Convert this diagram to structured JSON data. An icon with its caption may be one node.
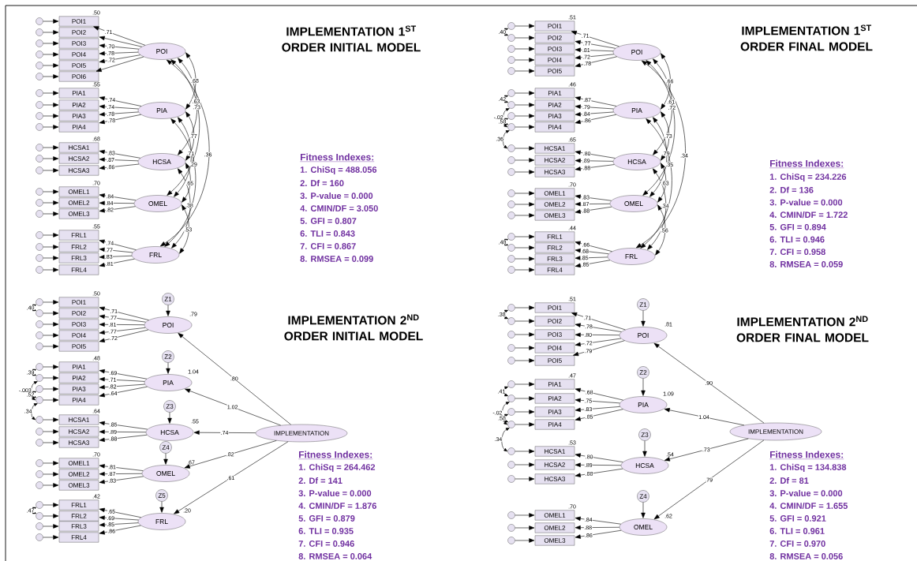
{
  "diagram": {
    "nodes": [
      {
        "text": [],
        "shape": "circle"
      },
      {
        "text": [
          "POI1"
        ],
        "beside": [
          ".50"
        ]
      },
      {
        "text": [],
        "shape": "circle"
      },
      {
        "text": [
          "POI2"
        ]
      },
      {
        "text": [],
        "shape": "circle"
      },
      {
        "text": [
          "POI3"
        ]
      },
      {
        "text": [],
        "shape": "circle"
      },
      {
        "text": [
          "POI4"
        ]
      },
      {
        "text": [],
        "shape": "circle"
      },
      {
        "text": [
          "POI5"
        ]
      },
      {
        "text": [],
        "shape": "circle"
      },
      {
        "text": [
          "POI6"
        ]
      },
      {
        "text": [
          "POI"
        ]
      },
      {
        "text": [],
        "shape": "circle"
      },
      {
        "text": [
          "PIA1"
        ],
        "beside": [
          ".55"
        ]
      },
      {
        "text": [],
        "shape": "circle"
      },
      {
        "text": [
          "PIA2"
        ]
      },
      {
        "text": [],
        "shape": "circle"
      },
      {
        "text": [
          "PIA3"
        ]
      },
      {
        "text": [],
        "shape": "circle"
      },
      {
        "text": [
          "PIA4"
        ]
      },
      {
        "text": [
          "PIA"
        ]
      },
      {
        "text": [],
        "shape": "circle"
      },
      {
        "text": [
          "HCSA1"
        ],
        "beside": [
          ".68"
        ]
      },
      {
        "text": [],
        "shape": "circle"
      },
      {
        "text": [
          "HCSA2"
        ]
      },
      {
        "text": [],
        "shape": "circle"
      },
      {
        "text": [
          "HCSA3"
        ]
      },
      {
        "text": [
          "HCSA"
        ]
      },
      {
        "text": [],
        "shape": "circle"
      },
      {
        "text": [
          "OMEL1"
        ],
        "beside": [
          ".70"
        ]
      },
      {
        "text": [],
        "shape": "circle"
      },
      {
        "text": [
          "OMEL2"
        ]
      },
      {
        "text": [],
        "shape": "circle"
      },
      {
        "text": [
          "OMEL3"
        ]
      },
      {
        "text": [
          "OMEL"
        ]
      },
      {
        "text": [],
        "shape": "circle"
      },
      {
        "text": [
          "FRL1"
        ],
        "beside": [
          ".55"
        ]
      },
      {
        "text": [],
        "shape": "circle"
      },
      {
        "text": [
          "FRL2"
        ]
      },
      {
        "text": [],
        "shape": "circle"
      },
      {
        "text": [
          "FRL3"
        ]
      },
      {
        "text": [],
        "shape": "circle"
      },
      {
        "text": [
          "FRL4"
        ]
      },
      {
        "text": [
          "FRL"
        ]
      },
      {
        "text": [],
        "shape": "circle"
      },
      {
        "text": [
          "POI1"
        ],
        "beside": [
          ".51"
        ]
      },
      {
        "text": [],
        "shape": "circle"
      },
      {
        "text": [
          "POI2"
        ]
      },
      {
        "text": [],
        "shape": "circle"
      },
      {
        "text": [
          "POI3"
        ]
      },
      {
        "text": [],
        "shape": "circle"
      },
      {
        "text": [
          "POI4"
        ]
      },
      {
        "text": [],
        "shape": "circle"
      },
      {
        "text": [
          "POI5"
        ]
      },
      {
        "text": [
          "POI"
        ]
      },
      {
        "text": [],
        "shape": "circle"
      },
      {
        "text": [
          "PIA1"
        ],
        "beside": [
          ".46"
        ]
      },
      {
        "text": [],
        "shape": "circle"
      },
      {
        "text": [
          "PIA2"
        ]
      },
      {
        "text": [],
        "shape": "circle"
      },
      {
        "text": [
          "PIA3"
        ]
      },
      {
        "text": [],
        "shape": "circle"
      },
      {
        "text": [
          "PIA4"
        ]
      },
      {
        "text": [
          "PIA"
        ]
      },
      {
        "text": [],
        "shape": "circle"
      },
      {
        "text": [
          "HCSA1"
        ],
        "beside": [
          ".65"
        ]
      },
      {
        "text": [],
        "shape": "circle"
      },
      {
        "text": [
          "HCSA2"
        ]
      },
      {
        "text": [],
        "shape": "circle"
      },
      {
        "text": [
          "HCSA3"
        ]
      },
      {
        "text": [
          "HCSA"
        ]
      },
      {
        "text": [],
        "shape": "circle"
      },
      {
        "text": [
          "OMEL1"
        ],
        "beside": [
          ".70"
        ]
      },
      {
        "text": [],
        "shape": "circle"
      },
      {
        "text": [
          "OMEL2"
        ]
      },
      {
        "text": [],
        "shape": "circle"
      },
      {
        "text": [
          "OMEL3"
        ]
      },
      {
        "text": [
          "OMEL"
        ]
      },
      {
        "text": [],
        "shape": "circle"
      },
      {
        "text": [
          "FRL1"
        ],
        "beside": [
          ".44"
        ]
      },
      {
        "text": [],
        "shape": "circle"
      },
      {
        "text": [
          "FRL2"
        ]
      },
      {
        "text": [],
        "shape": "circle"
      },
      {
        "text": [
          "FRL3"
        ]
      },
      {
        "text": [],
        "shape": "circle"
      },
      {
        "text": [
          "FRL4"
        ]
      },
      {
        "text": [
          "FRL"
        ]
      },
      {
        "text": [],
        "shape": "circle"
      },
      {
        "text": [
          "POI1"
        ],
        "beside": [
          ".50"
        ]
      },
      {
        "text": [],
        "shape": "circle"
      },
      {
        "text": [
          "POI2"
        ]
      },
      {
        "text": [],
        "shape": "circle"
      },
      {
        "text": [
          "POI3"
        ]
      },
      {
        "text": [],
        "shape": "circle"
      },
      {
        "text": [
          "POI4"
        ]
      },
      {
        "text": [],
        "shape": "circle"
      },
      {
        "text": [
          "POI5"
        ]
      },
      {
        "text": [
          "Z1"
        ]
      },
      {
        "text": [
          "POI"
        ],
        "beside": [
          ".79"
        ]
      },
      {
        "text": [],
        "shape": "circle"
      },
      {
        "text": [
          "PIA1"
        ],
        "beside": [
          ".48"
        ]
      },
      {
        "text": [],
        "shape": "circle"
      },
      {
        "text": [
          "PIA2"
        ]
      },
      {
        "text": [],
        "shape": "circle"
      },
      {
        "text": [
          "PIA3"
        ]
      },
      {
        "text": [],
        "shape": "circle"
      },
      {
        "text": [
          "PIA4"
        ]
      },
      {
        "text": [
          "Z2"
        ]
      },
      {
        "text": [
          "PIA"
        ],
        "beside": [
          "1.04"
        ]
      },
      {
        "text": [],
        "shape": "circle"
      },
      {
        "text": [
          "HCSA1"
        ],
        "beside": [
          ".64"
        ]
      },
      {
        "text": [],
        "shape": "circle"
      },
      {
        "text": [
          "HCSA2"
        ]
      },
      {
        "text": [],
        "shape": "circle"
      },
      {
        "text": [
          "HCSA3"
        ]
      },
      {
        "text": [
          "Z3"
        ]
      },
      {
        "text": [
          "HCSA"
        ],
        "beside": [
          ".55"
        ]
      },
      {
        "text": [],
        "shape": "circle"
      },
      {
        "text": [
          "OMEL1"
        ],
        "beside": [
          ".70"
        ]
      },
      {
        "text": [],
        "shape": "circle"
      },
      {
        "text": [
          "OMEL2"
        ]
      },
      {
        "text": [],
        "shape": "circle"
      },
      {
        "text": [
          "OMEL3"
        ]
      },
      {
        "text": [
          "Z4"
        ]
      },
      {
        "text": [
          "OMEL"
        ],
        "beside": [
          ".67"
        ]
      },
      {
        "text": [],
        "shape": "circle"
      },
      {
        "text": [
          "FRL1"
        ],
        "beside": [
          ".42"
        ]
      },
      {
        "text": [],
        "shape": "circle"
      },
      {
        "text": [
          "FRL2"
        ]
      },
      {
        "text": [],
        "shape": "circle"
      },
      {
        "text": [
          "FRL3"
        ]
      },
      {
        "text": [],
        "shape": "circle"
      },
      {
        "text": [
          "FRL4"
        ]
      },
      {
        "text": [
          "Z5"
        ]
      },
      {
        "text": [
          "FRL"
        ],
        "beside": [
          ".20"
        ]
      },
      {
        "text": [
          "IMPLEMENTATION"
        ]
      },
      {
        "text": [],
        "shape": "circle"
      },
      {
        "text": [
          "POI1"
        ],
        "beside": [
          ".51"
        ]
      },
      {
        "text": [],
        "shape": "circle"
      },
      {
        "text": [
          "POI2"
        ]
      },
      {
        "text": [],
        "shape": "circle"
      },
      {
        "text": [
          "POI3"
        ]
      },
      {
        "text": [],
        "shape": "circle"
      },
      {
        "text": [
          "POI4"
        ]
      },
      {
        "text": [],
        "shape": "circle"
      },
      {
        "text": [
          "POI5"
        ]
      },
      {
        "text": [
          "Z1"
        ]
      },
      {
        "text": [
          "POI"
        ],
        "beside": [
          ".81"
        ]
      },
      {
        "text": [],
        "shape": "circle"
      },
      {
        "text": [
          "PIA1"
        ],
        "beside": [
          ".47"
        ]
      },
      {
        "text": [],
        "shape": "circle"
      },
      {
        "text": [
          "PIA2"
        ]
      },
      {
        "text": [],
        "shape": "circle"
      },
      {
        "text": [
          "PIA3"
        ]
      },
      {
        "text": [],
        "shape": "circle"
      },
      {
        "text": [
          "PIA4"
        ]
      },
      {
        "text": [
          "Z2"
        ]
      },
      {
        "text": [
          "PIA"
        ],
        "beside": [
          "1.09"
        ]
      },
      {
        "text": [],
        "shape": "circle"
      },
      {
        "text": [
          "HCSA1"
        ],
        "beside": [
          ".53"
        ]
      },
      {
        "text": [],
        "shape": "circle"
      },
      {
        "text": [
          "HCSA2"
        ]
      },
      {
        "text": [],
        "shape": "circle"
      },
      {
        "text": [
          "HCSA3"
        ]
      },
      {
        "text": [
          "Z3"
        ]
      },
      {
        "text": [
          "HCSA"
        ],
        "beside": [
          ".54"
        ]
      },
      {
        "text": [],
        "shape": "circle"
      },
      {
        "text": [
          "OMEL1"
        ],
        "beside": [
          ".70"
        ]
      },
      {
        "text": [],
        "shape": "circle"
      },
      {
        "text": [
          "OMEL2"
        ]
      },
      {
        "text": [],
        "shape": "circle"
      },
      {
        "text": [
          "OMEL3"
        ]
      },
      {
        "text": [
          "Z4"
        ]
      },
      {
        "text": [
          "OMEL"
        ],
        "beside": [
          ".62"
        ]
      },
      {
        "text": [
          "IMPLEMENTATION"
        ]
      }
    ],
    "edges": [
      {
        "from": 0,
        "to": 1,
        "arrow": "to"
      },
      {
        "from": 12,
        "to": 1,
        "arrow": "to",
        "label": ".71"
      },
      {
        "from": 2,
        "to": 3,
        "arrow": "to"
      },
      {
        "from": 12,
        "to": 3,
        "arrow": "to"
      },
      {
        "from": 4,
        "to": 5,
        "arrow": "to"
      },
      {
        "from": 12,
        "to": 5,
        "arrow": "to",
        "label": ".70"
      },
      {
        "from": 6,
        "to": 7,
        "arrow": "to"
      },
      {
        "from": 12,
        "to": 7,
        "arrow": "to",
        "label": ".78"
      },
      {
        "from": 8,
        "to": 9,
        "arrow": "to"
      },
      {
        "from": 12,
        "to": 9,
        "arrow": "to",
        "label": ".72"
      },
      {
        "from": 10,
        "to": 11,
        "arrow": "to"
      },
      {
        "from": 12,
        "to": 11,
        "arrow": "to"
      },
      {
        "from": 13,
        "to": 14,
        "arrow": "to"
      },
      {
        "from": 21,
        "to": 14,
        "arrow": "to",
        "label": ".74"
      },
      {
        "from": 15,
        "to": 16,
        "arrow": "to"
      },
      {
        "from": 21,
        "to": 16,
        "arrow": "to",
        "label": ".74"
      },
      {
        "from": 17,
        "to": 18,
        "arrow": "to"
      },
      {
        "from": 21,
        "to": 18,
        "arrow": "to",
        "label": ".78"
      },
      {
        "from": 19,
        "to": 20,
        "arrow": "to"
      },
      {
        "from": 21,
        "to": 20,
        "arrow": "to",
        "label": ".78"
      },
      {
        "from": 22,
        "to": 23,
        "arrow": "to"
      },
      {
        "from": 28,
        "to": 23,
        "arrow": "to",
        "label": ".83"
      },
      {
        "from": 24,
        "to": 25,
        "arrow": "to"
      },
      {
        "from": 28,
        "to": 25,
        "arrow": "to",
        "label": ".87"
      },
      {
        "from": 26,
        "to": 27,
        "arrow": "to"
      },
      {
        "from": 28,
        "to": 27,
        "arrow": "to",
        "label": ".86"
      },
      {
        "from": 29,
        "to": 30,
        "arrow": "to"
      },
      {
        "from": 35,
        "to": 30,
        "arrow": "to",
        "label": ".84"
      },
      {
        "from": 31,
        "to": 32,
        "arrow": "to"
      },
      {
        "from": 35,
        "to": 32,
        "arrow": "to",
        "label": ".84"
      },
      {
        "from": 33,
        "to": 34,
        "arrow": "to"
      },
      {
        "from": 35,
        "to": 34,
        "arrow": "to",
        "label": ".82"
      },
      {
        "from": 36,
        "to": 37,
        "arrow": "to"
      },
      {
        "from": 44,
        "to": 37,
        "arrow": "to",
        "label": ".74"
      },
      {
        "from": 38,
        "to": 39,
        "arrow": "to"
      },
      {
        "from": 44,
        "to": 39,
        "arrow": "to",
        "label": ".77"
      },
      {
        "from": 40,
        "to": 41,
        "arrow": "to"
      },
      {
        "from": 44,
        "to": 41,
        "arrow": "to",
        "label": ".83"
      },
      {
        "from": 42,
        "to": 43,
        "arrow": "to"
      },
      {
        "from": 44,
        "to": 43,
        "arrow": "to",
        "label": ".81"
      },
      {
        "from": 12,
        "to": 21,
        "arrow": "both",
        "label": ".68"
      },
      {
        "from": 12,
        "to": 28,
        "arrow": "both",
        "label": ".63"
      },
      {
        "from": 12,
        "to": 35,
        "arrow": "both",
        "label": ".73"
      },
      {
        "from": 12,
        "to": 44,
        "arrow": "both",
        "label": ".36"
      },
      {
        "from": 21,
        "to": 28,
        "arrow": "both",
        "label": ".77"
      },
      {
        "from": 21,
        "to": 35,
        "arrow": "both",
        "label": ".71"
      },
      {
        "from": 21,
        "to": 44,
        "arrow": "both",
        "label": ".29"
      },
      {
        "from": 28,
        "to": 35,
        "arrow": "both",
        "label": ".65"
      },
      {
        "from": 28,
        "to": 44,
        "arrow": "both",
        "label": ".38"
      },
      {
        "from": 35,
        "to": 44,
        "arrow": "both",
        "label": ".53"
      },
      {
        "from": 45,
        "to": 46,
        "arrow": "to"
      },
      {
        "from": 55,
        "to": 46,
        "arrow": "to",
        "label": ".71"
      },
      {
        "from": 47,
        "to": 48,
        "arrow": "to"
      },
      {
        "from": 55,
        "to": 48,
        "arrow": "to",
        "label": ".77"
      },
      {
        "from": 49,
        "to": 50,
        "arrow": "to"
      },
      {
        "from": 55,
        "to": 50,
        "arrow": "to",
        "label": ".81"
      },
      {
        "from": 51,
        "to": 52,
        "arrow": "to"
      },
      {
        "from": 55,
        "to": 52,
        "arrow": "to",
        "label": ".72"
      },
      {
        "from": 53,
        "to": 54,
        "arrow": "to"
      },
      {
        "from": 55,
        "to": 54,
        "arrow": "to",
        "label": ".78"
      },
      {
        "from": 56,
        "to": 57,
        "arrow": "to"
      },
      {
        "from": 64,
        "to": 57,
        "arrow": "to",
        "label": ".87"
      },
      {
        "from": 58,
        "to": 59,
        "arrow": "to"
      },
      {
        "from": 64,
        "to": 59,
        "arrow": "to",
        "label": ".79"
      },
      {
        "from": 60,
        "to": 61,
        "arrow": "to"
      },
      {
        "from": 64,
        "to": 61,
        "arrow": "to",
        "label": ".84"
      },
      {
        "from": 62,
        "to": 63,
        "arrow": "to"
      },
      {
        "from": 64,
        "to": 63,
        "arrow": "to",
        "label": ".86"
      },
      {
        "from": 65,
        "to": 66,
        "arrow": "to"
      },
      {
        "from": 71,
        "to": 66,
        "arrow": "to",
        "label": ".80"
      },
      {
        "from": 67,
        "to": 68,
        "arrow": "to"
      },
      {
        "from": 71,
        "to": 68,
        "arrow": "to",
        "label": ".89"
      },
      {
        "from": 69,
        "to": 70,
        "arrow": "to"
      },
      {
        "from": 71,
        "to": 70,
        "arrow": "to",
        "label": ".88"
      },
      {
        "from": 72,
        "to": 73,
        "arrow": "to"
      },
      {
        "from": 78,
        "to": 73,
        "arrow": "to",
        "label": ".83"
      },
      {
        "from": 74,
        "to": 75,
        "arrow": "to"
      },
      {
        "from": 78,
        "to": 75,
        "arrow": "to",
        "label": ".87"
      },
      {
        "from": 76,
        "to": 77,
        "arrow": "to"
      },
      {
        "from": 78,
        "to": 77,
        "arrow": "to",
        "label": ".88"
      },
      {
        "from": 79,
        "to": 80,
        "arrow": "to"
      },
      {
        "from": 87,
        "to": 80,
        "arrow": "to",
        "label": ".66"
      },
      {
        "from": 81,
        "to": 82,
        "arrow": "to"
      },
      {
        "from": 87,
        "to": 82,
        "arrow": "to",
        "label": ".68"
      },
      {
        "from": 83,
        "to": 84,
        "arrow": "to"
      },
      {
        "from": 87,
        "to": 84,
        "arrow": "to",
        "label": ".85"
      },
      {
        "from": 85,
        "to": 86,
        "arrow": "to"
      },
      {
        "from": 87,
        "to": 86,
        "arrow": "to",
        "label": ".85"
      },
      {
        "from": 45,
        "to": 47,
        "arrow": "both",
        "label": ".40"
      },
      {
        "from": 56,
        "to": 58,
        "arrow": "both",
        "label": ".42"
      },
      {
        "from": 58,
        "to": 62,
        "arrow": "both",
        "label": "-.02"
      },
      {
        "from": 60,
        "to": 62,
        "arrow": "both",
        "label": ".58"
      },
      {
        "from": 62,
        "to": 65,
        "arrow": "both",
        "label": ".36"
      },
      {
        "from": 79,
        "to": 81,
        "arrow": "both",
        "label": ".48"
      },
      {
        "from": 55,
        "to": 64,
        "arrow": "both",
        "label": ".66"
      },
      {
        "from": 55,
        "to": 71,
        "arrow": "both",
        "label": ".61"
      },
      {
        "from": 55,
        "to": 78,
        "arrow": "both",
        "label": ".72"
      },
      {
        "from": 55,
        "to": 87,
        "arrow": "both",
        "label": ".34"
      },
      {
        "from": 64,
        "to": 71,
        "arrow": "both",
        "label": ".73"
      },
      {
        "from": 64,
        "to": 78,
        "arrow": "both",
        "label": ".79"
      },
      {
        "from": 64,
        "to": 87,
        "arrow": "both",
        "label": ".35"
      },
      {
        "from": 71,
        "to": 78,
        "arrow": "both",
        "label": ".63"
      },
      {
        "from": 71,
        "to": 87,
        "arrow": "both",
        "label": ".34"
      },
      {
        "from": 78,
        "to": 87,
        "arrow": "both",
        "label": ".56"
      },
      {
        "from": 88,
        "to": 89,
        "arrow": "to"
      },
      {
        "from": 99,
        "to": 89,
        "arrow": "to",
        "label": ".71"
      },
      {
        "from": 90,
        "to": 91,
        "arrow": "to"
      },
      {
        "from": 99,
        "to": 91,
        "arrow": "to",
        "label": ".77"
      },
      {
        "from": 92,
        "to": 93,
        "arrow": "to"
      },
      {
        "from": 99,
        "to": 93,
        "arrow": "to",
        "label": ".81"
      },
      {
        "from": 94,
        "to": 95,
        "arrow": "to"
      },
      {
        "from": 99,
        "to": 95,
        "arrow": "to",
        "label": ".77"
      },
      {
        "from": 96,
        "to": 97,
        "arrow": "to"
      },
      {
        "from": 99,
        "to": 97,
        "arrow": "to",
        "label": ".72"
      },
      {
        "from": 98,
        "to": 99,
        "arrow": "to"
      },
      {
        "from": 100,
        "to": 101,
        "arrow": "to"
      },
      {
        "from": 109,
        "to": 101,
        "arrow": "to",
        "label": ".69"
      },
      {
        "from": 102,
        "to": 103,
        "arrow": "to"
      },
      {
        "from": 109,
        "to": 103,
        "arrow": "to",
        "label": ".71"
      },
      {
        "from": 104,
        "to": 105,
        "arrow": "to"
      },
      {
        "from": 109,
        "to": 105,
        "arrow": "to",
        "label": ".82"
      },
      {
        "from": 106,
        "to": 107,
        "arrow": "to"
      },
      {
        "from": 109,
        "to": 107,
        "arrow": "to",
        "label": ".64"
      },
      {
        "from": 108,
        "to": 109,
        "arrow": "to"
      },
      {
        "from": 110,
        "to": 111,
        "arrow": "to"
      },
      {
        "from": 117,
        "to": 111,
        "arrow": "to",
        "label": ".85"
      },
      {
        "from": 112,
        "to": 113,
        "arrow": "to"
      },
      {
        "from": 117,
        "to": 113,
        "arrow": "to",
        "label": ".89"
      },
      {
        "from": 114,
        "to": 115,
        "arrow": "to"
      },
      {
        "from": 117,
        "to": 115,
        "arrow": "to",
        "label": ".88"
      },
      {
        "from": 116,
        "to": 117,
        "arrow": "to"
      },
      {
        "from": 118,
        "to": 119,
        "arrow": "to"
      },
      {
        "from": 125,
        "to": 119,
        "arrow": "to",
        "label": ".81"
      },
      {
        "from": 120,
        "to": 121,
        "arrow": "to"
      },
      {
        "from": 125,
        "to": 121,
        "arrow": "to",
        "label": ".87"
      },
      {
        "from": 122,
        "to": 123,
        "arrow": "to"
      },
      {
        "from": 125,
        "to": 123,
        "arrow": "to",
        "label": ".83"
      },
      {
        "from": 124,
        "to": 125,
        "arrow": "to"
      },
      {
        "from": 126,
        "to": 127,
        "arrow": "to"
      },
      {
        "from": 135,
        "to": 127,
        "arrow": "to",
        "label": ".65"
      },
      {
        "from": 128,
        "to": 129,
        "arrow": "to"
      },
      {
        "from": 135,
        "to": 129,
        "arrow": "to",
        "label": ".69"
      },
      {
        "from": 130,
        "to": 131,
        "arrow": "to"
      },
      {
        "from": 135,
        "to": 131,
        "arrow": "to",
        "label": ".85"
      },
      {
        "from": 132,
        "to": 133,
        "arrow": "to"
      },
      {
        "from": 135,
        "to": 133,
        "arrow": "to",
        "label": ".86"
      },
      {
        "from": 134,
        "to": 135,
        "arrow": "to"
      },
      {
        "from": 136,
        "to": 99,
        "arrow": "to",
        "label": ".80"
      },
      {
        "from": 136,
        "to": 109,
        "arrow": "to",
        "label": "1.02"
      },
      {
        "from": 136,
        "to": 117,
        "arrow": "to",
        "label": ".74"
      },
      {
        "from": 136,
        "to": 125,
        "arrow": "to",
        "label": ".82"
      },
      {
        "from": 136,
        "to": 135,
        "arrow": "to",
        "label": ".61"
      },
      {
        "from": 88,
        "to": 90,
        "arrow": "both",
        "label": ".40"
      },
      {
        "from": 100,
        "to": 102,
        "arrow": "both",
        "label": ".39"
      },
      {
        "from": 102,
        "to": 106,
        "arrow": "both",
        "label": "-.003"
      },
      {
        "from": 104,
        "to": 106,
        "arrow": "both",
        "label": ".52"
      },
      {
        "from": 106,
        "to": 110,
        "arrow": "both",
        "label": ".34"
      },
      {
        "from": 126,
        "to": 128,
        "arrow": "both",
        "label": ".47"
      },
      {
        "from": 137,
        "to": 138,
        "arrow": "to"
      },
      {
        "from": 148,
        "to": 138,
        "arrow": "to",
        "label": ".71"
      },
      {
        "from": 139,
        "to": 140,
        "arrow": "to"
      },
      {
        "from": 148,
        "to": 140,
        "arrow": "to",
        "label": ".78"
      },
      {
        "from": 141,
        "to": 142,
        "arrow": "to"
      },
      {
        "from": 148,
        "to": 142,
        "arrow": "to",
        "label": ".80"
      },
      {
        "from": 143,
        "to": 144,
        "arrow": "to"
      },
      {
        "from": 148,
        "to": 144,
        "arrow": "to",
        "label": ".72"
      },
      {
        "from": 145,
        "to": 146,
        "arrow": "to"
      },
      {
        "from": 148,
        "to": 146,
        "arrow": "to",
        "label": ".79"
      },
      {
        "from": 147,
        "to": 148,
        "arrow": "to"
      },
      {
        "from": 149,
        "to": 150,
        "arrow": "to"
      },
      {
        "from": 158,
        "to": 150,
        "arrow": "to",
        "label": ".68"
      },
      {
        "from": 151,
        "to": 152,
        "arrow": "to"
      },
      {
        "from": 158,
        "to": 152,
        "arrow": "to",
        "label": ".75"
      },
      {
        "from": 153,
        "to": 154,
        "arrow": "to"
      },
      {
        "from": 158,
        "to": 154,
        "arrow": "to",
        "label": ".83"
      },
      {
        "from": 155,
        "to": 156,
        "arrow": "to"
      },
      {
        "from": 158,
        "to": 156,
        "arrow": "to",
        "label": ".85"
      },
      {
        "from": 157,
        "to": 158,
        "arrow": "to"
      },
      {
        "from": 159,
        "to": 160,
        "arrow": "to"
      },
      {
        "from": 166,
        "to": 160,
        "arrow": "to",
        "label": ".80"
      },
      {
        "from": 161,
        "to": 162,
        "arrow": "to"
      },
      {
        "from": 166,
        "to": 162,
        "arrow": "to",
        "label": ".89"
      },
      {
        "from": 163,
        "to": 164,
        "arrow": "to"
      },
      {
        "from": 166,
        "to": 164,
        "arrow": "to",
        "label": ".88"
      },
      {
        "from": 165,
        "to": 166,
        "arrow": "to"
      },
      {
        "from": 167,
        "to": 168,
        "arrow": "to"
      },
      {
        "from": 174,
        "to": 168,
        "arrow": "to",
        "label": ".84"
      },
      {
        "from": 169,
        "to": 170,
        "arrow": "to"
      },
      {
        "from": 174,
        "to": 170,
        "arrow": "to",
        "label": ".88"
      },
      {
        "from": 171,
        "to": 172,
        "arrow": "to"
      },
      {
        "from": 174,
        "to": 172,
        "arrow": "to",
        "label": ".86"
      },
      {
        "from": 173,
        "to": 174,
        "arrow": "to"
      },
      {
        "from": 175,
        "to": 148,
        "arrow": "to",
        "label": ".90"
      },
      {
        "from": 175,
        "to": 158,
        "arrow": "to",
        "label": "1.04"
      },
      {
        "from": 175,
        "to": 166,
        "arrow": "to",
        "label": ".73"
      },
      {
        "from": 175,
        "to": 174,
        "arrow": "to",
        "label": ".79"
      },
      {
        "from": 137,
        "to": 139,
        "arrow": "both",
        "label": ".38"
      },
      {
        "from": 149,
        "to": 151,
        "arrow": "both",
        "label": ".41"
      },
      {
        "from": 151,
        "to": 155,
        "arrow": "both",
        "label": "-.02"
      },
      {
        "from": 153,
        "to": 155,
        "arrow": "both",
        "label": ".58"
      },
      {
        "from": 155,
        "to": 159,
        "arrow": "both",
        "label": ".34"
      }
    ],
    "labels": [
      "IMPLEMENTATION 1$^{ST}$ ORDER INITIAL MODEL",
      "Fitness Indexes:",
      "1. ChiSq = 488.056",
      "2. Df = 160",
      "3. P-value = 0.000",
      "4. CMIN/DF = 3.050",
      "5. GFI = 0.807",
      "6. TLI = 0.843",
      "7. CFI = 0.867",
      "8. RMSEA = 0.099",
      "IMPLEMENTATION 1$^{ST}$ ORDER FINAL MODEL",
      "Fitness Indexes:",
      "1. ChiSq = 234.226",
      "2. Df = 136",
      "3. P-value = 0.000",
      "4. CMIN/DF = 1.722",
      "5. GFI = 0.894",
      "6. TLI = 0.946",
      "7. CFI = 0.958",
      "8. RMSEA = 0.059",
      "IMPLEMENTATION 2$^{ND}$ ORDER INITIAL MODEL",
      "Fitness Indexes:",
      "1. ChiSq = 264.462",
      "2. Df = 141",
      "3. P-value = 0.000",
      "4. CMIN/DF = 1.876",
      "5. GFI = 0.879",
      "6. TLI = 0.935",
      "7. CFI = 0.946",
      "8. RMSEA = 0.064",
      "IMPLEMENTATION 2$^{ND}$ ORDER FINAL MODEL",
      "Fitness Indexes:",
      "1. ChiSq = 134.838",
      "2. Df = 81",
      "3. P-value = 0.000",
      "4. CMIN/DF = 1.655",
      "5. GFI = 0.921",
      "6. TLI = 0.961",
      "7. CFI = 0.970",
      "8. RMSEA = 0.056"
    ]
  }
}
